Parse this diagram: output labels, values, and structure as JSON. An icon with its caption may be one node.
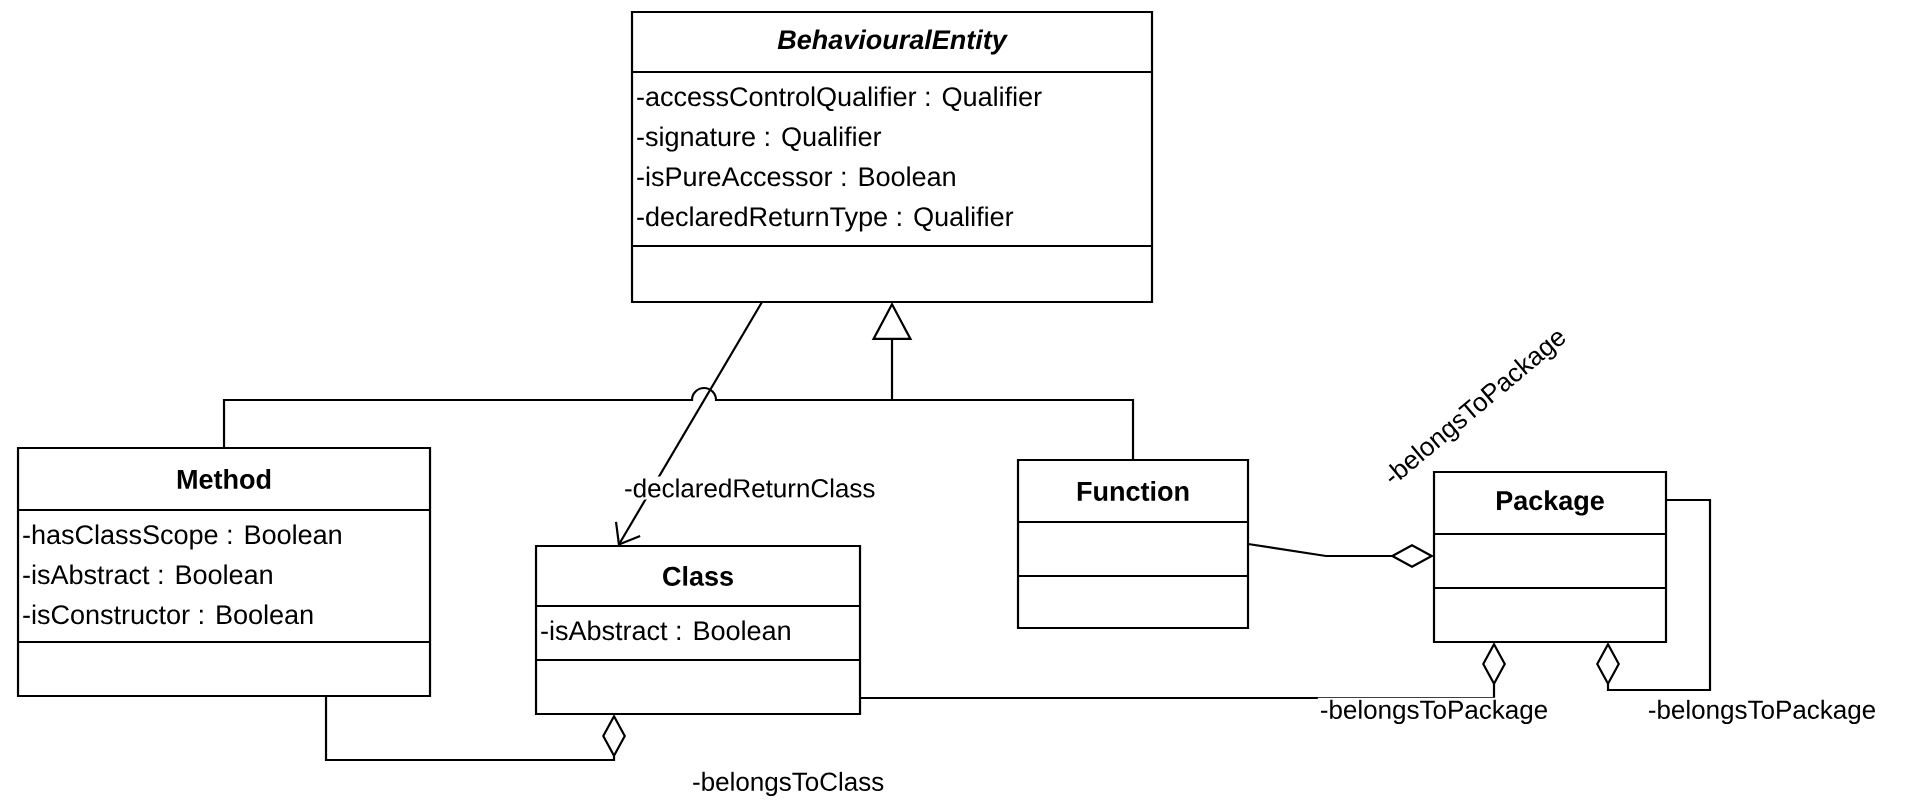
{
  "diagram": {
    "nodes": [
      {
        "text": [
          "BehaviouralEntity",
          "-accessControlQualifier : Qualifier",
          "-signature : Qualifier",
          "-isPureAccessor : Boolean",
          "-declaredReturnType : Qualifier"
        ]
      },
      {
        "text": [
          "Method",
          "-hasClassScope : Boolean",
          "-isAbstract : Boolean",
          "-isConstructor : Boolean"
        ]
      },
      {
        "text": [
          "Class",
          "-isAbstract : Boolean"
        ]
      },
      {
        "text": [
          "Function"
        ]
      },
      {
        "text": [
          "Package"
        ]
      }
    ],
    "edges": [
      {
        "from": 1,
        "to": 0,
        "arrow": "to"
      },
      {
        "from": 3,
        "to": 0,
        "arrow": "to"
      },
      {
        "from": 0,
        "to": 2,
        "arrow": "to",
        "label": "-declaredReturnClass"
      },
      {
        "from": 1,
        "to": 2,
        "arrow": "other",
        "label": "-belongsToClass"
      },
      {
        "from": 3,
        "to": 4,
        "arrow": "other",
        "label": "-belongsToPackage"
      },
      {
        "from": 2,
        "to": 4,
        "arrow": "other",
        "label": "-belongsToPackage"
      },
      {
        "from": 4,
        "to": 4,
        "arrow": "other",
        "label": "-belongsToPackage"
      }
    ]
  }
}
